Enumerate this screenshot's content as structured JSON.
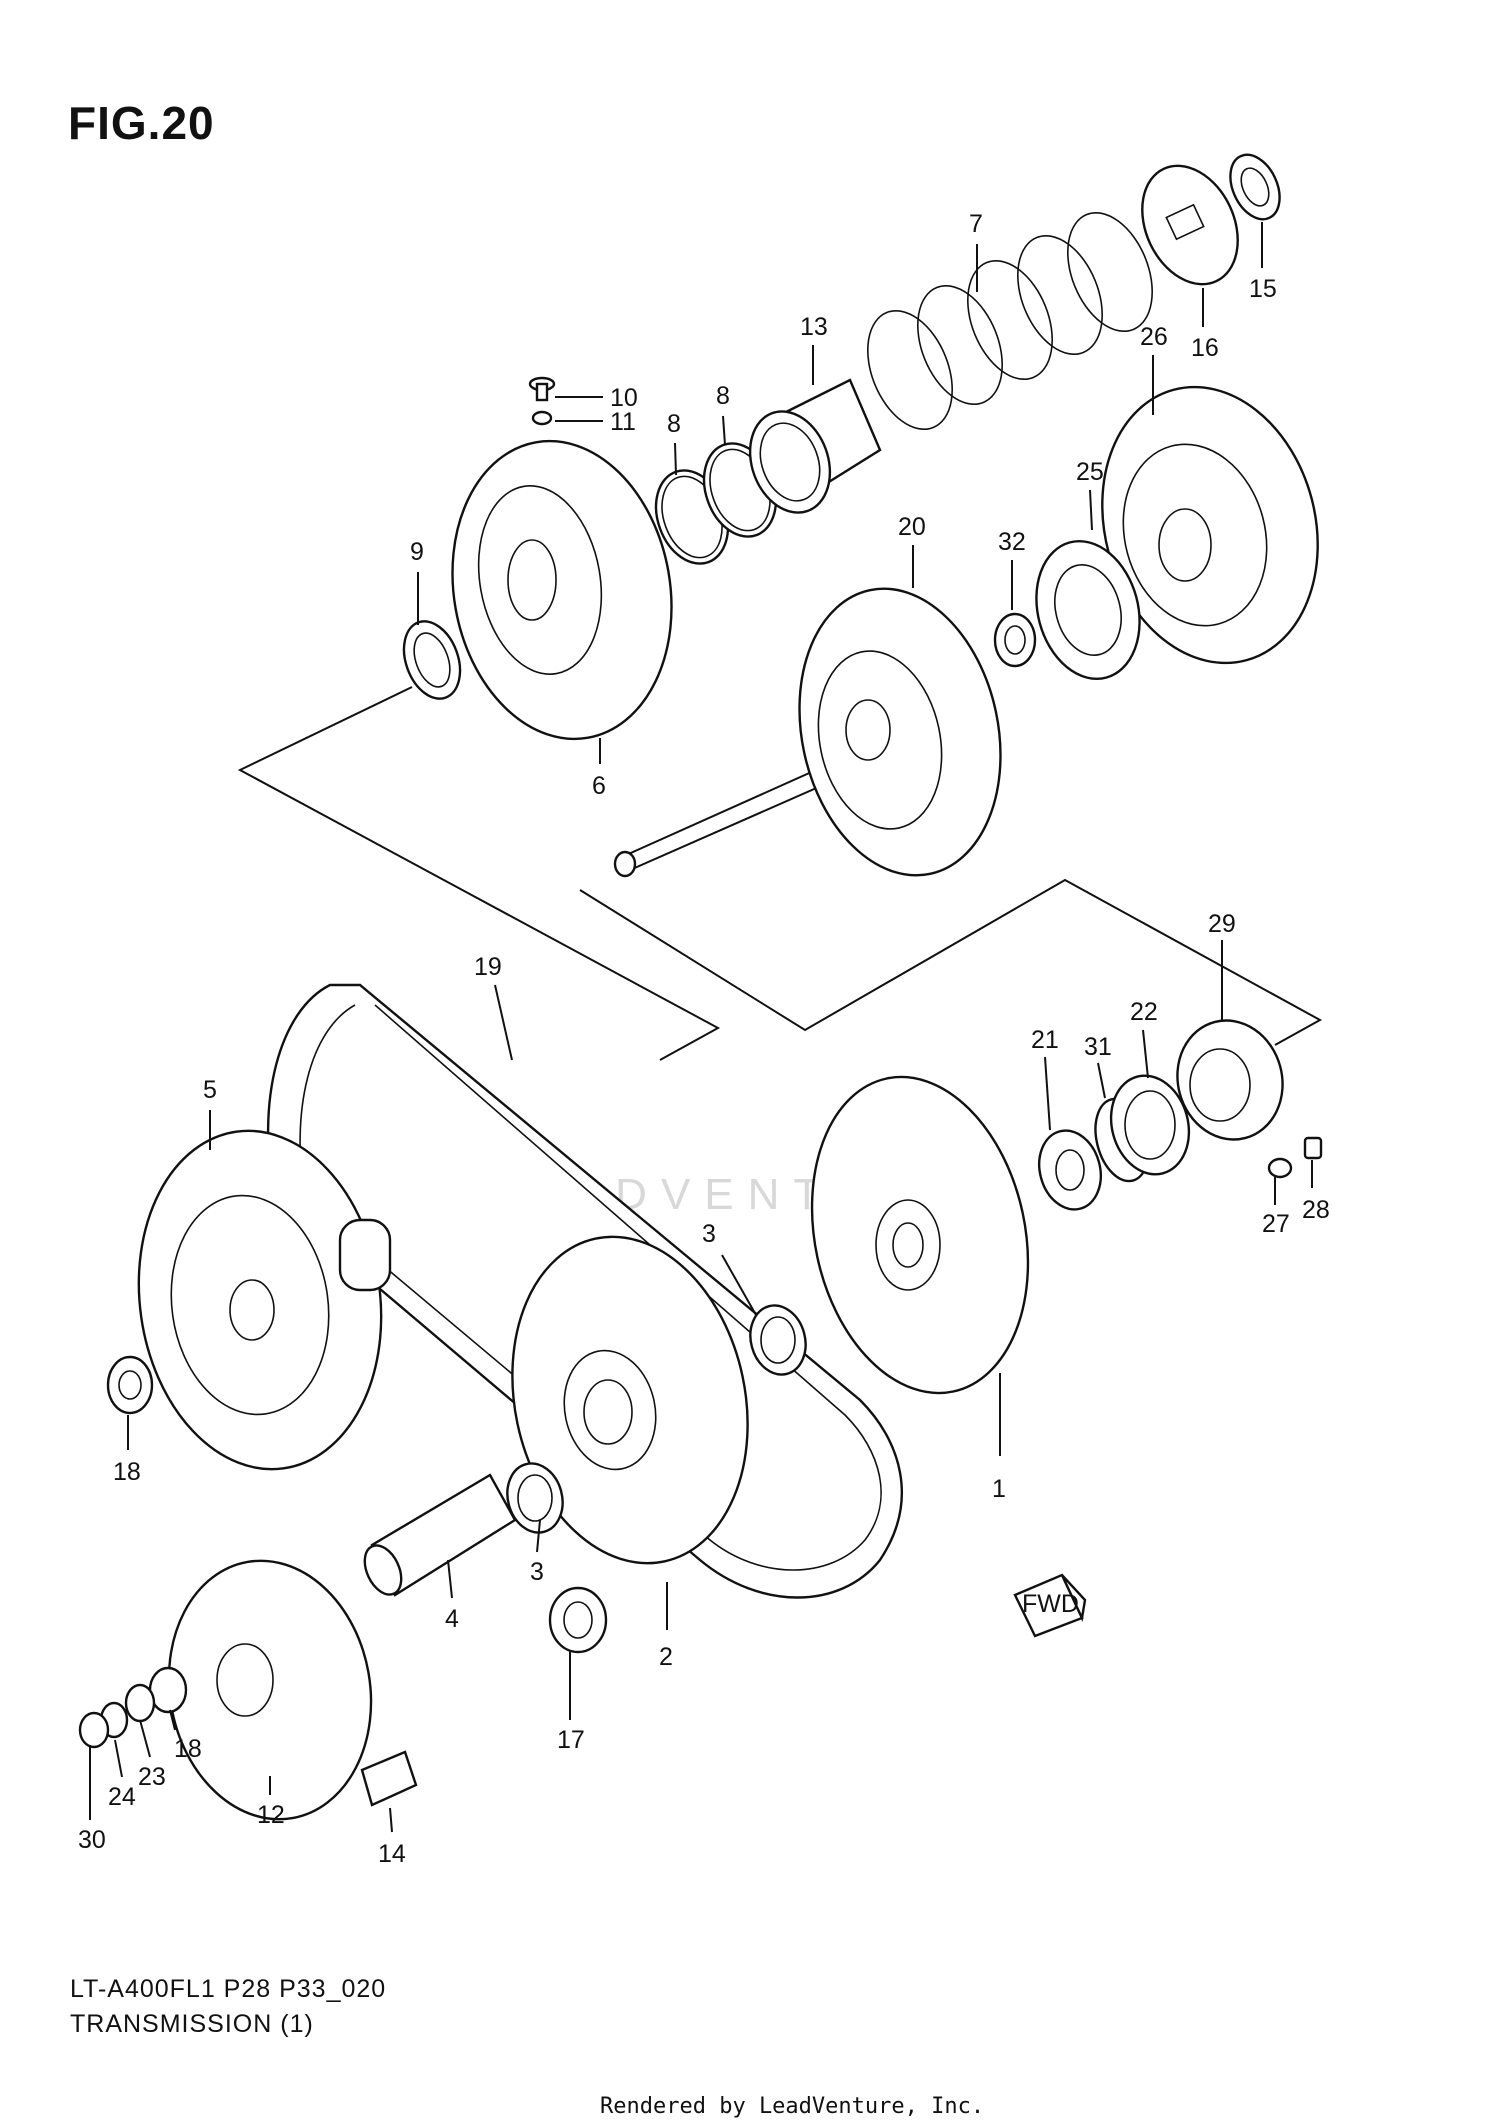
{
  "figure": {
    "title": "FIG.20"
  },
  "watermark": "LEADVENTURE",
  "callouts": [
    "1",
    "2",
    "3",
    "3",
    "4",
    "5",
    "6",
    "7",
    "8",
    "8",
    "9",
    "10",
    "11",
    "12",
    "13",
    "14",
    "15",
    "16",
    "17",
    "18",
    "18",
    "19",
    "20",
    "21",
    "22",
    "23",
    "24",
    "25",
    "26",
    "27",
    "28",
    "29",
    "30",
    "31",
    "32"
  ],
  "badge": {
    "label": "FWD"
  },
  "footer": {
    "model_code": "LT-A400FL1 P28 P33_020",
    "section_name": "TRANSMISSION (1)",
    "rendered_by": "Rendered by LeadVenture, Inc."
  }
}
